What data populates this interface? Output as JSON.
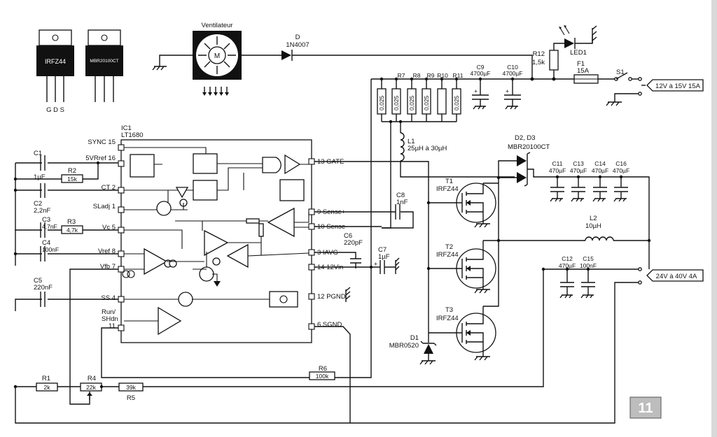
{
  "fan": {
    "label": "Ventilateur",
    "motor_letter": "M"
  },
  "packages": [
    {
      "name": "IRFZ44",
      "pins": "G D S"
    },
    {
      "name": "MBR20100CT",
      "pins": ""
    }
  ],
  "diode_D": {
    "ref": "D",
    "part": "1N4007"
  },
  "led": {
    "ref": "LED1",
    "resistor_ref": "R12",
    "resistor_val": "1,5k"
  },
  "fuse": {
    "ref": "F1",
    "val": "15A"
  },
  "switch": {
    "ref": "S1"
  },
  "input_label": "12V à 15V 15A",
  "output_label": "24V à 40V 4A",
  "ic": {
    "ref": "IC1",
    "part": "LT1680",
    "left_pins": [
      "SYNC 15",
      "5VRref 16",
      "CT 2",
      "SLadj 1",
      "Vc 5",
      "Vref 8",
      "Vfb 7",
      "SS 4",
      "Run/",
      "SHdn",
      "11"
    ],
    "right_pins": [
      "13 GATE",
      "9 Sense+",
      "10 Sense-",
      "3 IAVG",
      "14 12Vin",
      "12 PGND",
      "6 SGND"
    ]
  },
  "shunts": {
    "refs": [
      "R7",
      "R8",
      "R9",
      "R10",
      "R11"
    ],
    "value": "0,025"
  },
  "caps": [
    {
      "ref": "C1",
      "val": "1µF"
    },
    {
      "ref": "C2",
      "val": "2,2nF"
    },
    {
      "ref": "C3",
      "val": "4,7nF"
    },
    {
      "ref": "C4",
      "val": "100nF"
    },
    {
      "ref": "C5",
      "val": "220nF"
    },
    {
      "ref": "C6",
      "val": "220pF"
    },
    {
      "ref": "C7",
      "val": "1µF"
    },
    {
      "ref": "C8",
      "val": "1nF"
    },
    {
      "ref": "C9",
      "val": "4700µF"
    },
    {
      "ref": "C10",
      "val": "4700µF"
    },
    {
      "ref": "C11",
      "val": "470µF"
    },
    {
      "ref": "C13",
      "val": "470µF"
    },
    {
      "ref": "C14",
      "val": "470µF"
    },
    {
      "ref": "C16",
      "val": "470µF"
    },
    {
      "ref": "C12",
      "val": "470µF"
    },
    {
      "ref": "C15",
      "val": "100nF"
    }
  ],
  "resistors": [
    {
      "ref": "R1",
      "val": "2k"
    },
    {
      "ref": "R2",
      "val": "15k"
    },
    {
      "ref": "R3",
      "val": "4,7k"
    },
    {
      "ref": "R4",
      "val": "22k"
    },
    {
      "ref": "R5",
      "val": "39k"
    },
    {
      "ref": "R6",
      "val": "100k"
    }
  ],
  "inductors": [
    {
      "ref": "L1",
      "val": "25µH à 30µH"
    },
    {
      "ref": "L2",
      "val": "10µH"
    }
  ],
  "transistors": [
    {
      "ref": "T1",
      "part": "IRFZ44"
    },
    {
      "ref": "T2",
      "part": "IRFZ44"
    },
    {
      "ref": "T3",
      "part": "IRFZ44"
    }
  ],
  "diodes": [
    {
      "ref": "D2, D3",
      "part": "MBR20100CT"
    },
    {
      "ref": "D1",
      "part": "MBR0520"
    }
  ],
  "page_badge": "11"
}
